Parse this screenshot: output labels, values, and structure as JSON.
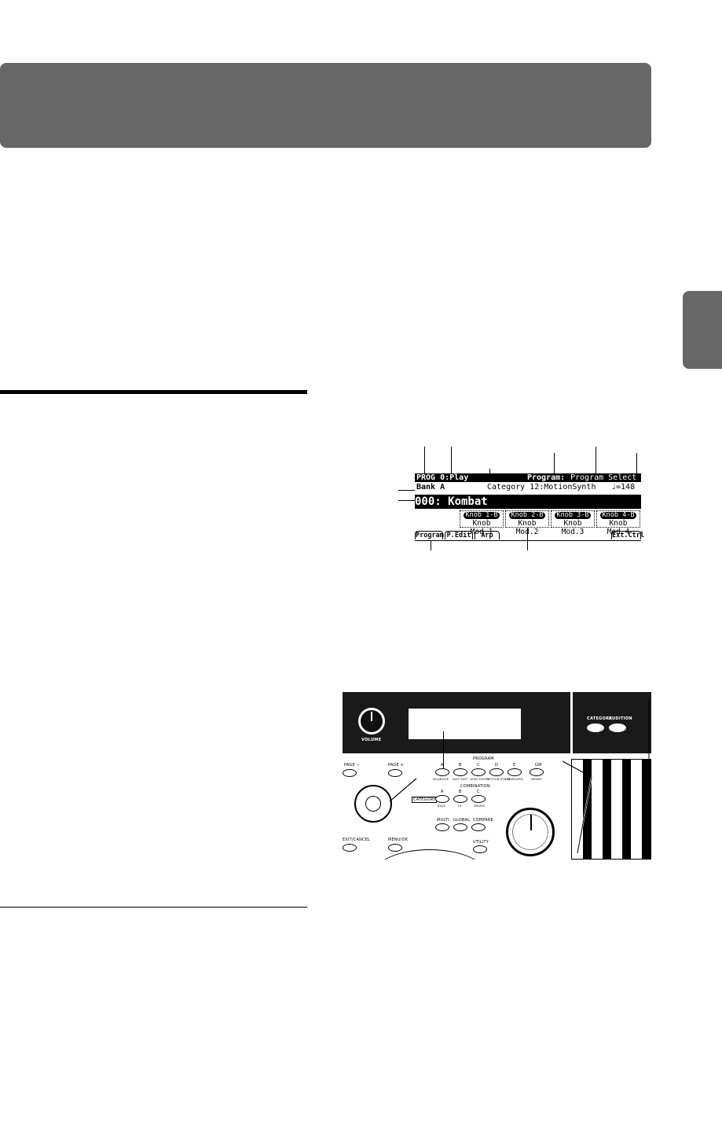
{
  "lcd": {
    "mode": "PROG 0:Play",
    "page_label": "Program:",
    "page_name": "Program Select",
    "bank": "Bank A",
    "category": "Category 12:MotionSynth",
    "tempo": "♩=148",
    "program": "000: Kombat",
    "knobs": [
      {
        "name": "Knob 1-B",
        "mod": "Knob Mod.1"
      },
      {
        "name": "Knob 2-B",
        "mod": "Knob Mod.2"
      },
      {
        "name": "Knob 3-B",
        "mod": "Knob Mod.3"
      },
      {
        "name": "Knob 4-B",
        "mod": "Knob Mod.4"
      }
    ],
    "tabs": [
      "Program",
      "P.Edit",
      "Arp",
      "Ext.Ctrl"
    ]
  },
  "panel": {
    "volume_label": "VOLUME",
    "category_label": "CATEGORY",
    "audition_label": "AUDITION",
    "page_minus": "PAGE −",
    "page_plus": "PAGE +",
    "program_label": "PROGRAM",
    "program_buttons": [
      "A",
      "B",
      "C",
      "D",
      "E",
      "GM"
    ],
    "program_sublabels": [
      "SEQ/BOOK",
      "FAST EDIT",
      "LEAD SYNTH",
      "MOTION SYNTH",
      "KEYBOARD",
      "DRUMS"
    ],
    "combination_label": "COMBINATION",
    "combination_buttons": [
      "A",
      "B",
      "C"
    ],
    "combination_sublabels": [
      "BASS",
      "FX",
      "DRUMS"
    ],
    "category_side": "CATEGORY",
    "exit_label": "EXIT/CANCEL",
    "menu_label": "MENU/OK",
    "mode_buttons": [
      "MULTI",
      "GLOBAL",
      "COMPARE"
    ],
    "utility_label": "UTILITY"
  }
}
